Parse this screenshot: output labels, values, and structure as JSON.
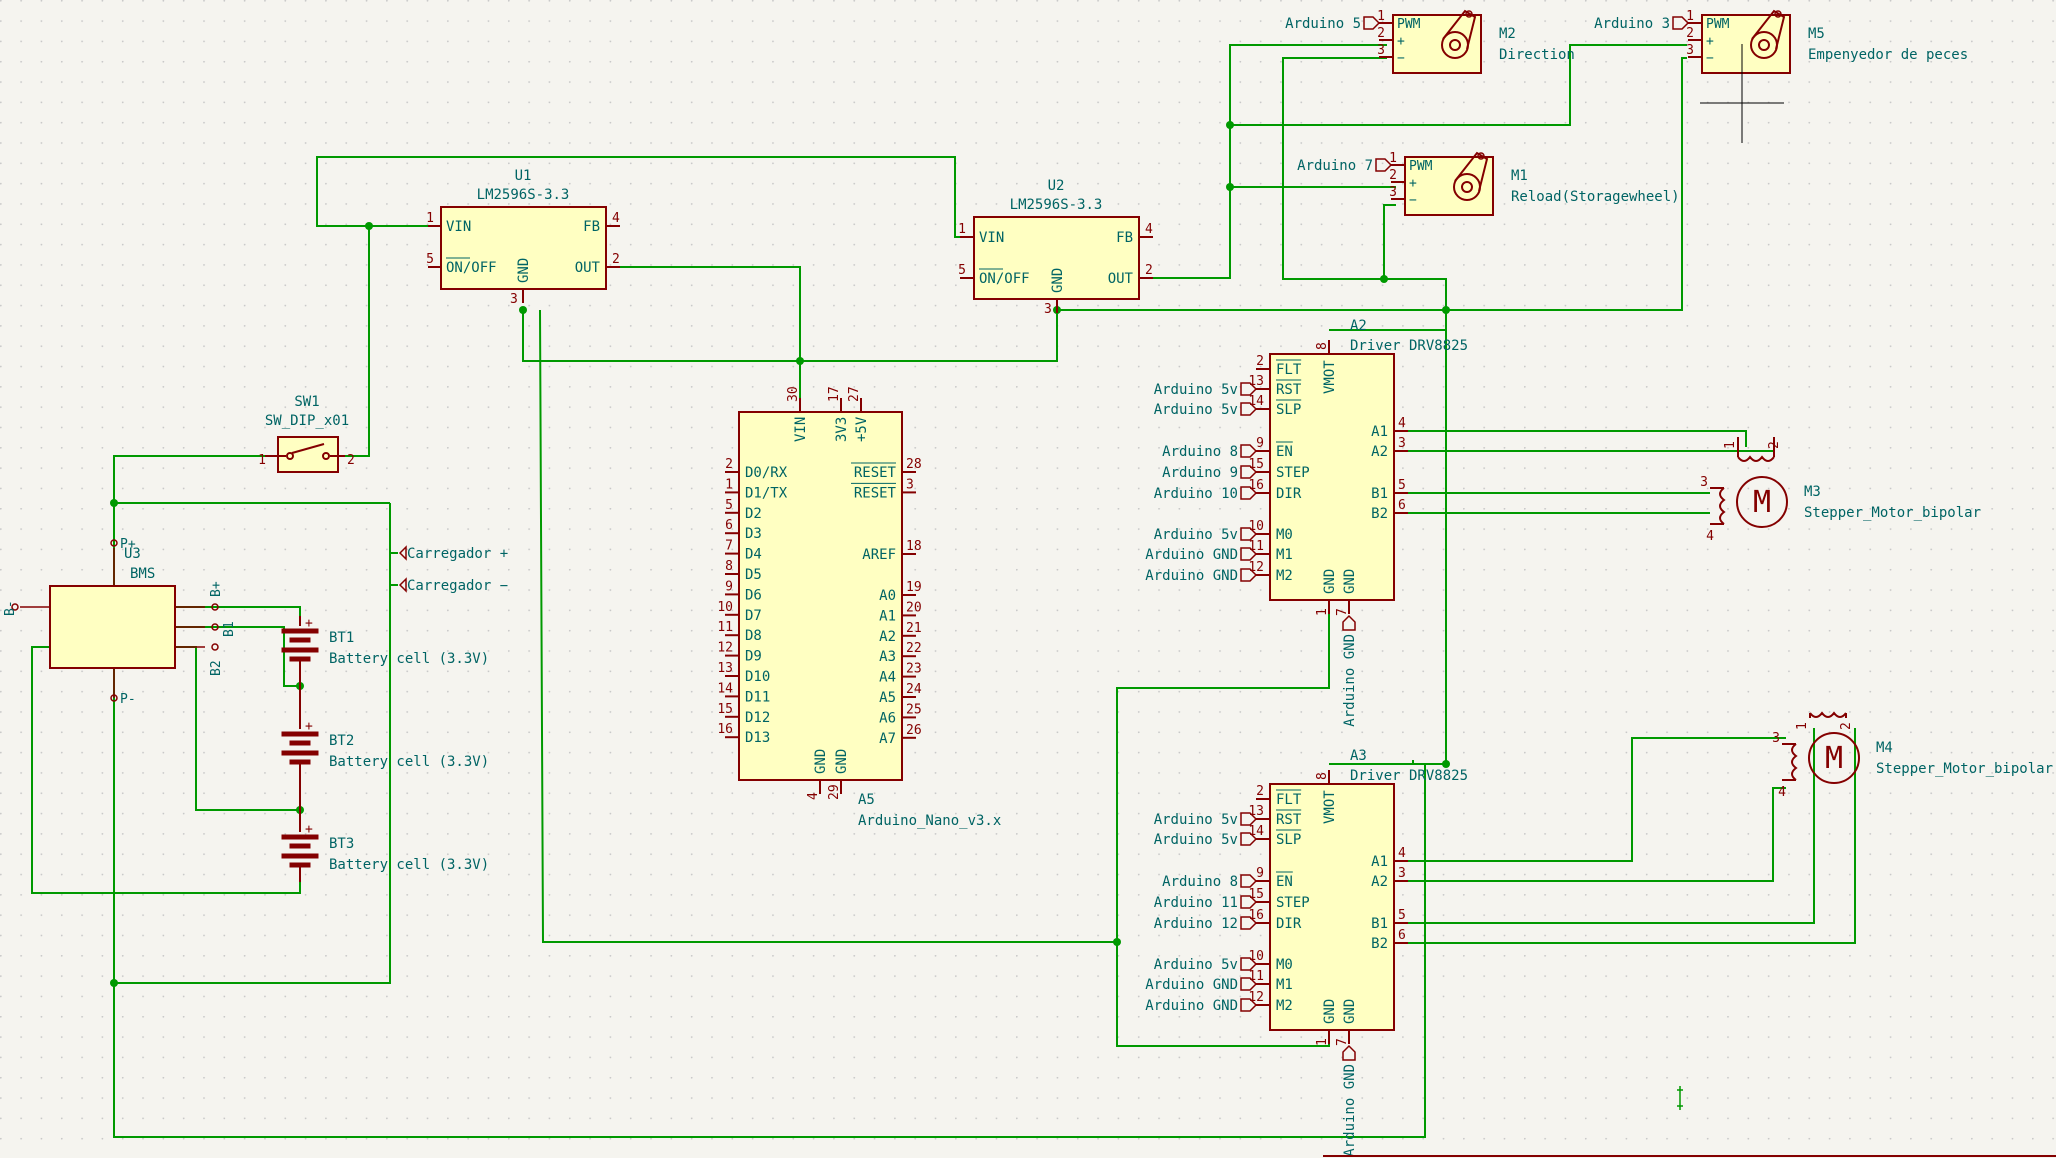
{
  "colors": {
    "background": "#f5f4ef",
    "wire": "#009900",
    "component_outline": "#840000",
    "component_fill": "#ffffc2",
    "label_text": "#006464",
    "pin_text": "#840000",
    "grid_dot": "#c8c8c8",
    "cursor": "#000000"
  },
  "components": {
    "u1": {
      "ref": "U1",
      "value": "LM2596S-3.3",
      "pins": {
        "vin": "VIN",
        "onoff": "ON/OFF",
        "gnd": "GND",
        "fb": "FB",
        "out": "OUT",
        "n1": "1",
        "n5": "5",
        "n3": "3",
        "n4": "4",
        "n2": "2"
      }
    },
    "u2": {
      "ref": "U2",
      "value": "LM2596S-3.3",
      "pins": {
        "vin": "VIN",
        "onoff": "ON/OFF",
        "gnd": "GND",
        "fb": "FB",
        "out": "OUT",
        "n1": "1",
        "n5": "5",
        "n3": "3",
        "n4": "4",
        "n2": "2"
      }
    },
    "sw1": {
      "ref": "SW1",
      "value": "SW_DIP_x01",
      "pin1": "1",
      "pin2": "2"
    },
    "u3": {
      "ref": "U3",
      "value": "BMS",
      "pins": {
        "pp": "P+",
        "pm": "P-",
        "bm": "B-",
        "bp": "B+",
        "b1": "B1",
        "b2": "B2"
      }
    },
    "bt1": {
      "ref": "BT1",
      "value": "Battery cell (3.3V)"
    },
    "bt2": {
      "ref": "BT2",
      "value": "Battery cell (3.3V)"
    },
    "bt3": {
      "ref": "BT3",
      "value": "Battery cell (3.3V)"
    },
    "charger_plus": "Carregador +",
    "charger_minus": "Carregador −",
    "a5": {
      "ref": "A5",
      "value": "Arduino_Nano_v3.x",
      "left_pins": [
        {
          "num": "2",
          "name": "D0/RX"
        },
        {
          "num": "1",
          "name": "D1/TX"
        },
        {
          "num": "5",
          "name": "D2"
        },
        {
          "num": "6",
          "name": "D3"
        },
        {
          "num": "7",
          "name": "D4"
        },
        {
          "num": "8",
          "name": "D5"
        },
        {
          "num": "9",
          "name": "D6"
        },
        {
          "num": "10",
          "name": "D7"
        },
        {
          "num": "11",
          "name": "D8"
        },
        {
          "num": "12",
          "name": "D9"
        },
        {
          "num": "13",
          "name": "D10"
        },
        {
          "num": "14",
          "name": "D11"
        },
        {
          "num": "15",
          "name": "D12"
        },
        {
          "num": "16",
          "name": "D13"
        }
      ],
      "right_top": [
        {
          "num": "28",
          "name": "RESET"
        },
        {
          "num": "3",
          "name": "RESET"
        }
      ],
      "aref": {
        "num": "18",
        "name": "AREF"
      },
      "analog": [
        {
          "num": "19",
          "name": "A0"
        },
        {
          "num": "20",
          "name": "A1"
        },
        {
          "num": "21",
          "name": "A2"
        },
        {
          "num": "22",
          "name": "A3"
        },
        {
          "num": "23",
          "name": "A4"
        },
        {
          "num": "24",
          "name": "A5"
        },
        {
          "num": "25",
          "name": "A6"
        },
        {
          "num": "26",
          "name": "A7"
        }
      ],
      "top_pins": [
        {
          "num": "30",
          "name": "VIN"
        },
        {
          "num": "17",
          "name": "3V3"
        },
        {
          "num": "27",
          "name": "+5V"
        }
      ],
      "bottom_pins": [
        {
          "num": "4",
          "name": "GND"
        },
        {
          "num": "29",
          "name": "GND"
        }
      ]
    },
    "a2": {
      "ref": "A2",
      "value": "Driver DRV8825",
      "left": [
        {
          "num": "2",
          "name": "FLT",
          "label": ""
        },
        {
          "num": "13",
          "name": "RST",
          "label": "Arduino 5v"
        },
        {
          "num": "14",
          "name": "SLP",
          "label": "Arduino 5v"
        },
        {
          "num": "9",
          "name": "EN",
          "label": "Arduino 8"
        },
        {
          "num": "15",
          "name": "STEP",
          "label": "Arduino 9"
        },
        {
          "num": "16",
          "name": "DIR",
          "label": "Arduino 10"
        },
        {
          "num": "10",
          "name": "M0",
          "label": "Arduino 5v"
        },
        {
          "num": "11",
          "name": "M1",
          "label": "Arduino GND"
        },
        {
          "num": "12",
          "name": "M2",
          "label": "Arduino GND"
        }
      ],
      "right": [
        {
          "num": "4",
          "name": "A1"
        },
        {
          "num": "3",
          "name": "A2"
        },
        {
          "num": "5",
          "name": "B1"
        },
        {
          "num": "6",
          "name": "B2"
        }
      ],
      "vmot": {
        "num": "8",
        "name": "VMOT"
      },
      "gnd1": {
        "num": "1",
        "name": "GND"
      },
      "gnd2": {
        "num": "7",
        "name": "GND"
      },
      "gnd_label": "Arduino GND"
    },
    "a3": {
      "ref": "A3",
      "value": "Driver DRV8825",
      "left": [
        {
          "num": "2",
          "name": "FLT",
          "label": ""
        },
        {
          "num": "13",
          "name": "RST",
          "label": "Arduino 5v"
        },
        {
          "num": "14",
          "name": "SLP",
          "label": "Arduino 5v"
        },
        {
          "num": "9",
          "name": "EN",
          "label": "Arduino 8"
        },
        {
          "num": "15",
          "name": "STEP",
          "label": "Arduino 11"
        },
        {
          "num": "16",
          "name": "DIR",
          "label": "Arduino 12"
        },
        {
          "num": "10",
          "name": "M0",
          "label": "Arduino 5v"
        },
        {
          "num": "11",
          "name": "M1",
          "label": "Arduino GND"
        },
        {
          "num": "12",
          "name": "M2",
          "label": "Arduino GND"
        }
      ],
      "right": [
        {
          "num": "4",
          "name": "A1"
        },
        {
          "num": "3",
          "name": "A2"
        },
        {
          "num": "5",
          "name": "B1"
        },
        {
          "num": "6",
          "name": "B2"
        }
      ],
      "vmot": {
        "num": "8",
        "name": "VMOT"
      },
      "gnd1": {
        "num": "1",
        "name": "GND"
      },
      "gnd2": {
        "num": "7",
        "name": "GND"
      },
      "gnd_label": "Arduino GND"
    },
    "m2": {
      "ref": "M2",
      "value": "Direction",
      "label": "Arduino 5",
      "pwm": "PWM"
    },
    "m5": {
      "ref": "M5",
      "value": "Empenyedor de peces",
      "label": "Arduino 3",
      "pwm": "PWM"
    },
    "m1": {
      "ref": "M1",
      "value": "Reload(Storagewheel)",
      "label": "Arduino 7",
      "pwm": "PWM"
    },
    "m3": {
      "ref": "M3",
      "value": "Stepper_Motor_bipolar",
      "pins": [
        "1",
        "2",
        "3",
        "4"
      ]
    },
    "m4": {
      "ref": "M4",
      "value": "Stepper_Motor_bipolar",
      "pins": [
        "1",
        "2",
        "3",
        "4"
      ]
    }
  }
}
